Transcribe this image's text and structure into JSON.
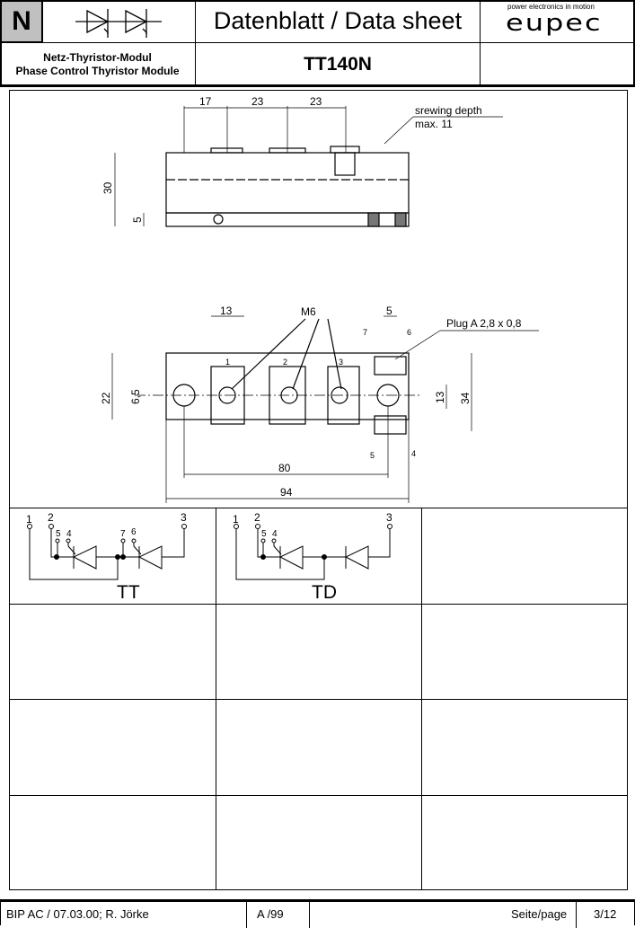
{
  "header": {
    "letter": "N",
    "title": "Datenblatt / Data sheet",
    "logo_tagline": "power electronics in motion",
    "logo": "eupec",
    "subtitle_de": "Netz-Thyristor-Modul",
    "subtitle_en": "Phase Control Thyristor Module",
    "part_number": "TT140N"
  },
  "drawing": {
    "dims_top": [
      "17",
      "23",
      "23"
    ],
    "screw_note_1": "srewing depth",
    "screw_note_2": "max. 11",
    "height": "30",
    "base": "5",
    "term_width": "13",
    "thread": "M6",
    "plug_pitch": "5",
    "plug": "Plug A 2,8 x 0,8",
    "pins": [
      "1",
      "2",
      "3",
      "4",
      "5",
      "6",
      "7"
    ],
    "w22": "22",
    "hole": "6,5",
    "w13": "13",
    "w34": "34",
    "len80": "80",
    "len94": "94"
  },
  "circuits": [
    {
      "label": "TT",
      "pins": [
        "1",
        "2",
        "5",
        "4",
        "7",
        "6",
        "3"
      ]
    },
    {
      "label": "TD",
      "pins": [
        "1",
        "2",
        "5",
        "4",
        "3"
      ]
    }
  ],
  "footer": {
    "doc": "BIP AC / 07.03.00; R. Jörke",
    "rev": "A /99",
    "page_label": "Seite/page",
    "page": "3/12"
  }
}
